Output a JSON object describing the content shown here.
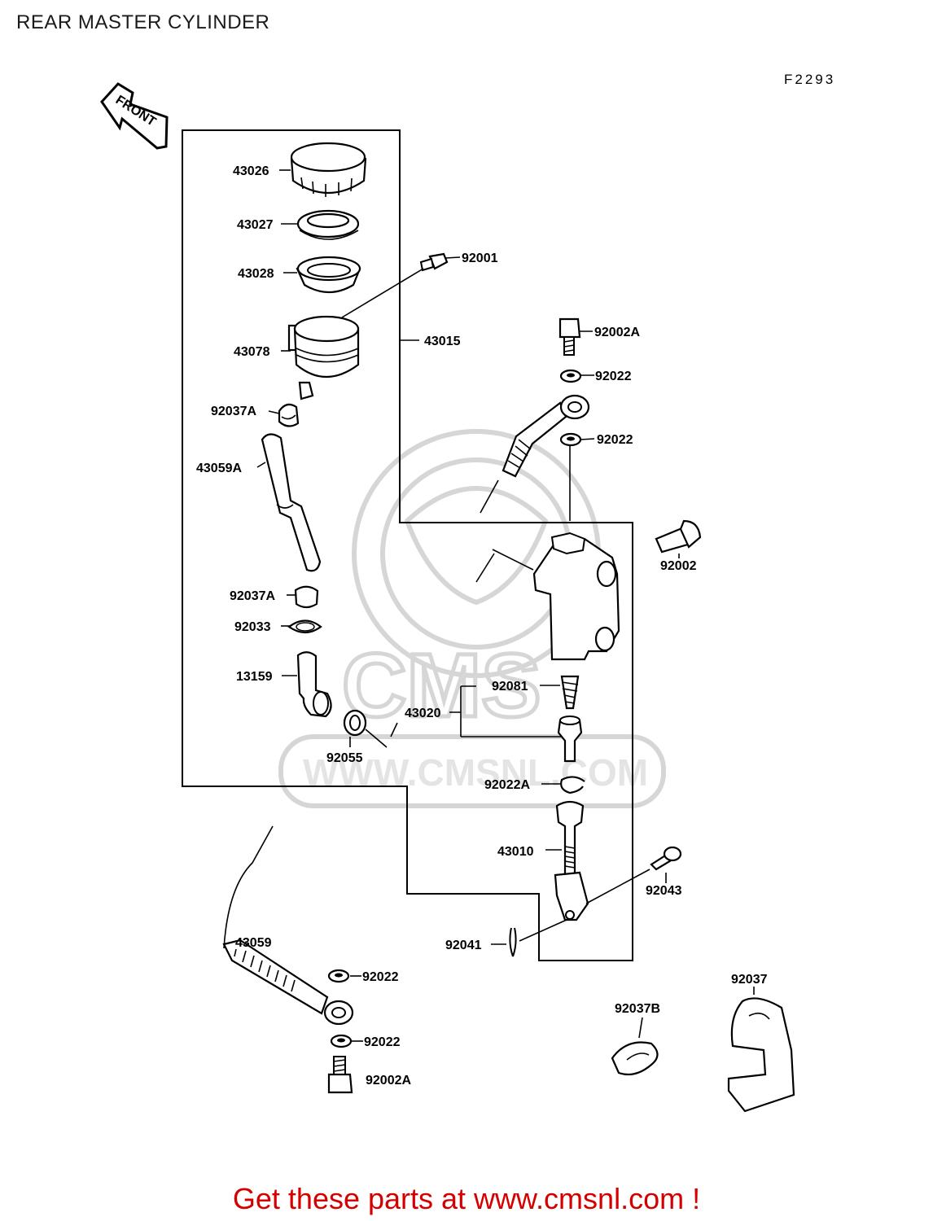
{
  "title": "REAR MASTER CYLINDER",
  "figure_code": "F2293",
  "front_label": "FRONT",
  "watermark": {
    "brand": "CMS",
    "url": "WWW.CMSNL.COM"
  },
  "promo": "Get these parts at www.cmsnl.com !",
  "parts": [
    {
      "id": "p43026",
      "label": "43026"
    },
    {
      "id": "p43027",
      "label": "43027"
    },
    {
      "id": "p43028",
      "label": "43028"
    },
    {
      "id": "p92001",
      "label": "92001"
    },
    {
      "id": "p43078",
      "label": "43078"
    },
    {
      "id": "p43015",
      "label": "43015"
    },
    {
      "id": "p92002A1",
      "label": "92002A"
    },
    {
      "id": "p92022a",
      "label": "92022"
    },
    {
      "id": "p92037A1",
      "label": "92037A"
    },
    {
      "id": "p92022b",
      "label": "92022"
    },
    {
      "id": "p43059A",
      "label": "43059A"
    },
    {
      "id": "p92002",
      "label": "92002"
    },
    {
      "id": "p92037A2",
      "label": "92037A"
    },
    {
      "id": "p92033",
      "label": "92033"
    },
    {
      "id": "p13159",
      "label": "13159"
    },
    {
      "id": "p92081",
      "label": "92081"
    },
    {
      "id": "p43020",
      "label": "43020"
    },
    {
      "id": "p92055",
      "label": "92055"
    },
    {
      "id": "p92022A",
      "label": "92022A"
    },
    {
      "id": "p43010",
      "label": "43010"
    },
    {
      "id": "p92043",
      "label": "92043"
    },
    {
      "id": "p92041",
      "label": "92041"
    },
    {
      "id": "p43059",
      "label": "43059"
    },
    {
      "id": "p92022c",
      "label": "92022"
    },
    {
      "id": "p92037",
      "label": "92037"
    },
    {
      "id": "p92037B",
      "label": "92037B"
    },
    {
      "id": "p92022d",
      "label": "92022"
    },
    {
      "id": "p92002A2",
      "label": "92002A"
    }
  ]
}
